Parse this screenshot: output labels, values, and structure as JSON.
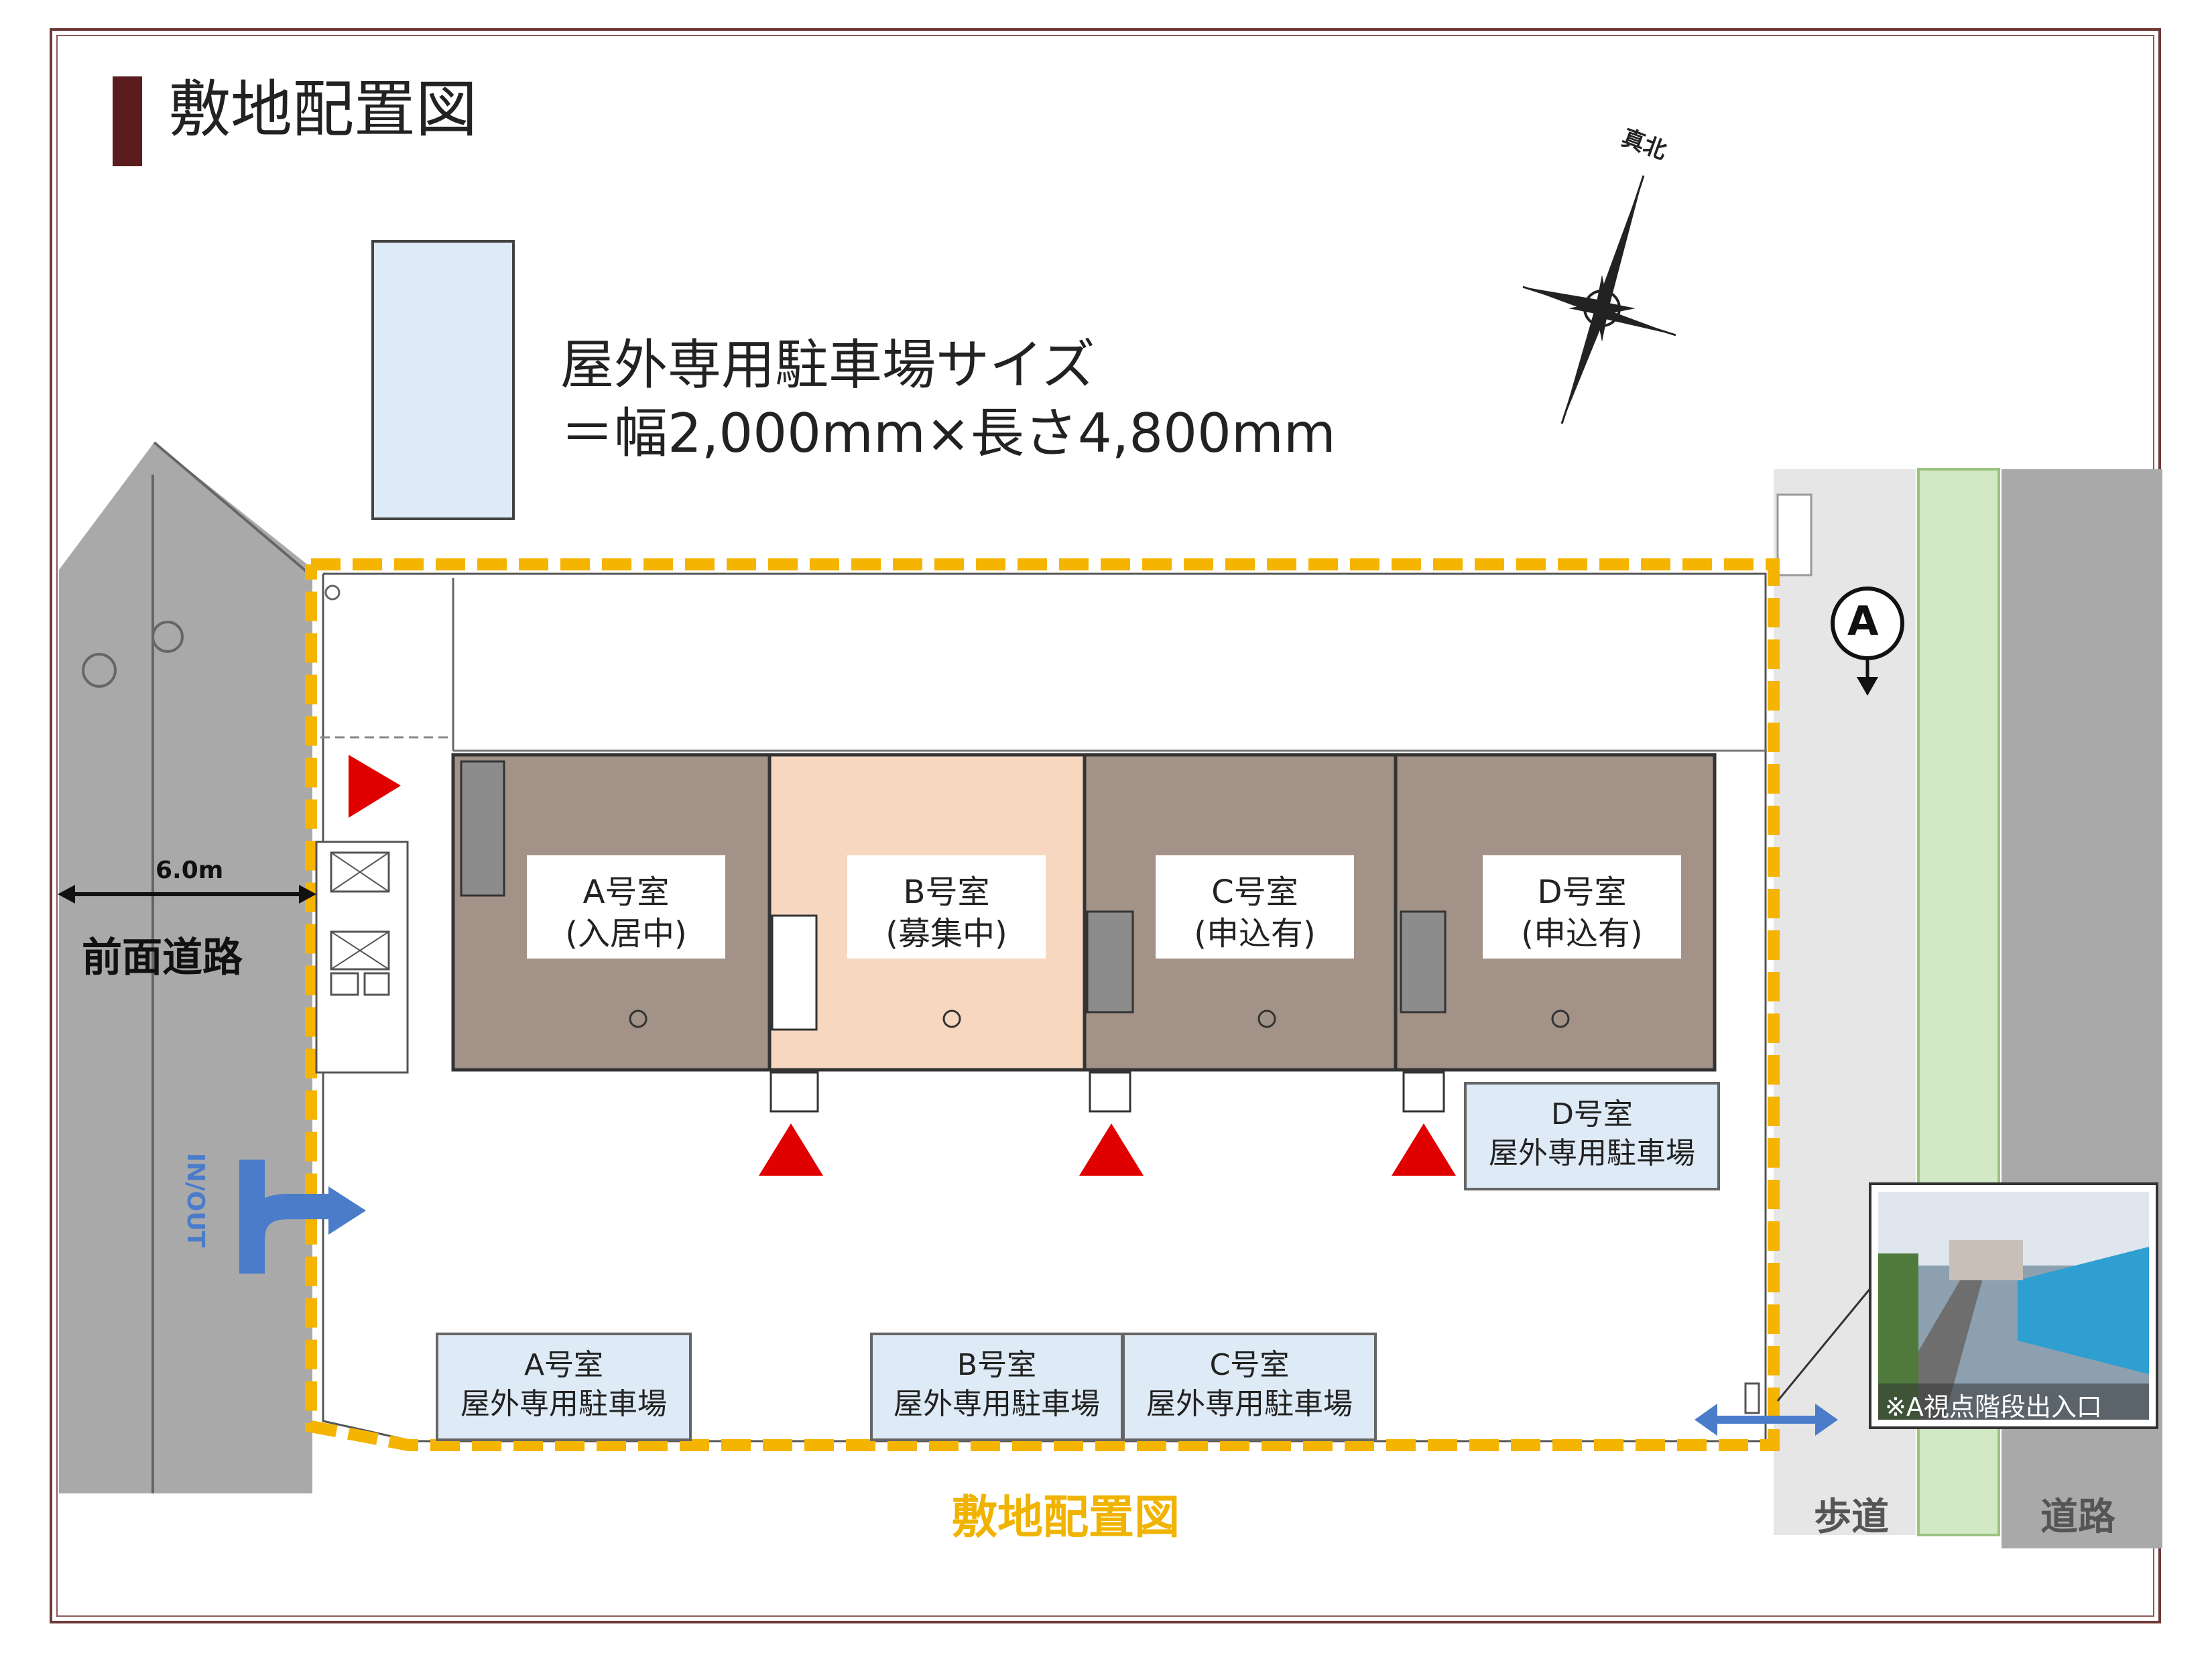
{
  "header": {
    "title": "敷地配置図"
  },
  "parking_size": {
    "line1": "屋外専用駐車場サイズ",
    "line2": "＝幅2,000mm×長さ4,800mm"
  },
  "compass": {
    "label": "真北"
  },
  "rooms": [
    {
      "name": "A号室",
      "status": "(入居中)"
    },
    {
      "name": "B号室",
      "status": "(募集中)"
    },
    {
      "name": "C号室",
      "status": "(申込有)"
    },
    {
      "name": "D号室",
      "status": "(申込有)"
    }
  ],
  "parking": [
    {
      "name": "D号室",
      "label": "屋外専用駐車場"
    },
    {
      "name": "A号室",
      "label": "屋外専用駐車場"
    },
    {
      "name": "B号室",
      "label": "屋外専用駐車場"
    },
    {
      "name": "C号室",
      "label": "屋外専用駐車場"
    }
  ],
  "front_road": {
    "label": "前面道路",
    "width": "6.0m"
  },
  "entrance": {
    "label": "IN/OUT"
  },
  "viewpoint": {
    "letter": "A",
    "caption": "※A視点階段出入口"
  },
  "right_side": {
    "walkway": "歩道",
    "road": "道路"
  },
  "footer": {
    "title": "敷地配置図"
  },
  "colors": {
    "boundary": "#f5b400",
    "room_occupied": "#a39287",
    "room_available": "#f7d7c0",
    "parking_fill": "#deeaf6",
    "arrow_red": "#e00000",
    "arrow_blue": "#4a7cc9",
    "road_gray": "#a9a9a9",
    "walkway_gray": "#e6e6e6",
    "green_strip": "#d3e8c4"
  }
}
